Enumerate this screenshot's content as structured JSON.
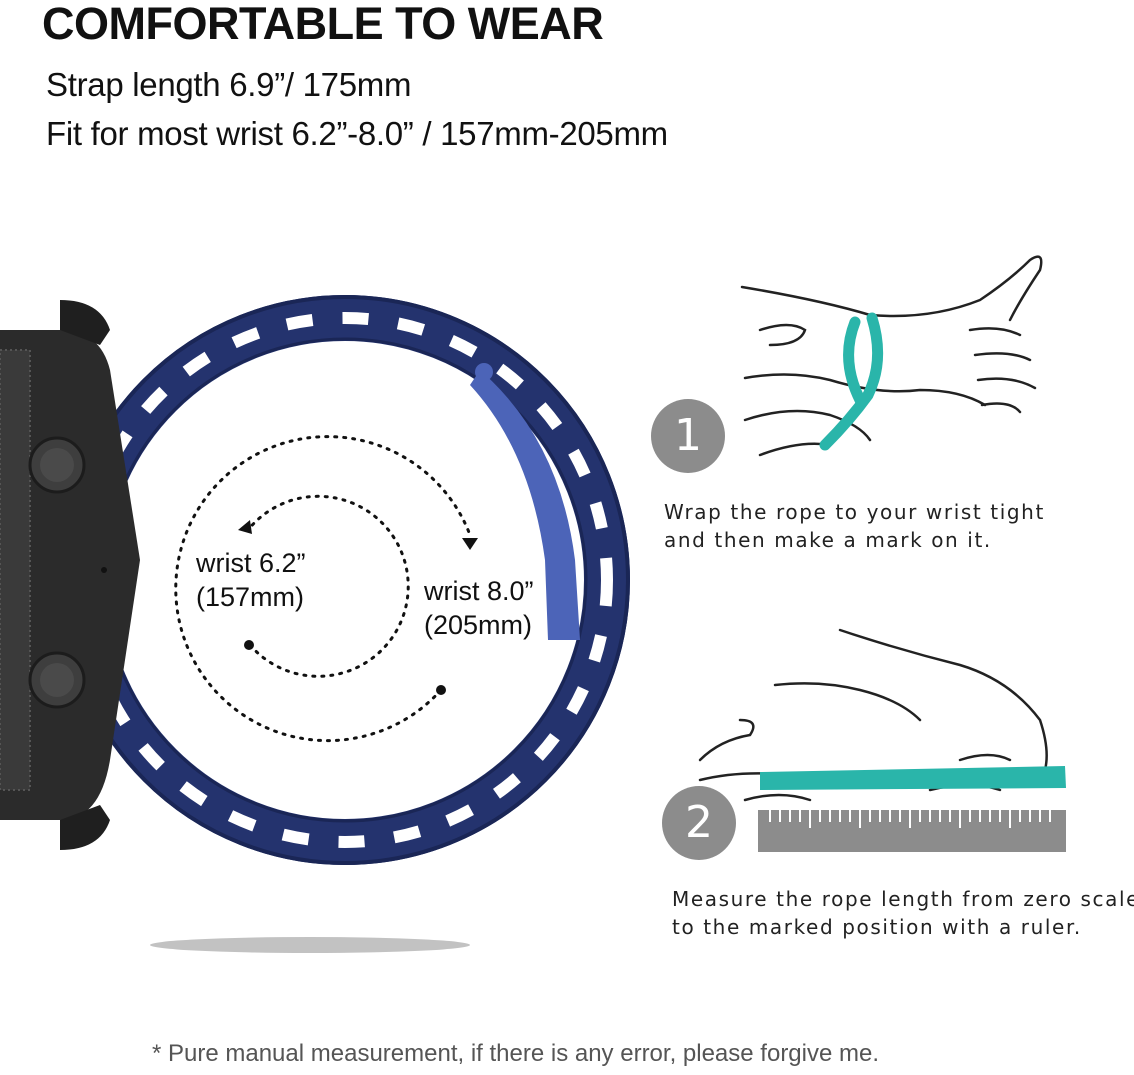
{
  "header": {
    "title": "COMFORTABLE TO WEAR",
    "strap_length": "Strap length 6.9”/ 175mm",
    "fit_range": "Fit for most wrist 6.2”-8.0” / 157mm-205mm"
  },
  "band_labels": {
    "small_wrist": "wrist 6.2”",
    "small_wrist_mm": "(157mm)",
    "large_wrist": "wrist 8.0”",
    "large_wrist_mm": "(205mm)"
  },
  "steps": [
    {
      "number": "1",
      "line1": "Wrap the rope to your wrist tight",
      "line2": "and then make a mark on it."
    },
    {
      "number": "2",
      "line1": "Measure the rope length from zero scale",
      "line2": "to the marked position with a ruler."
    }
  ],
  "footer": {
    "note": "* Pure manual measurement, if there is any error, please forgive me."
  },
  "colors": {
    "band_blue": "#2a3a78",
    "band_light": "#4c64b8",
    "rope_teal": "#2ab5aa",
    "badge_gray": "#8c8c8c",
    "watch_black": "#222222"
  }
}
